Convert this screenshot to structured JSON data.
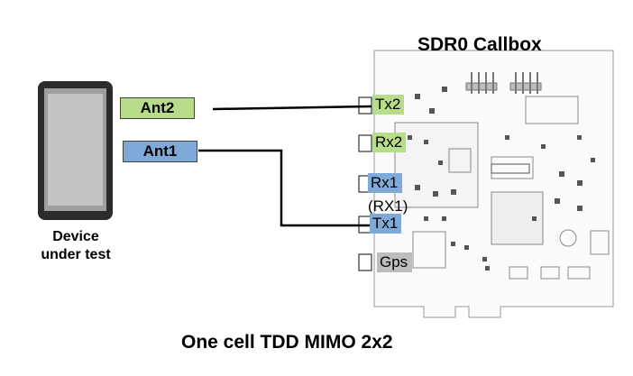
{
  "board": {
    "title": "SDR0 Callbox",
    "ports": {
      "tx2": "Tx2",
      "rx2": "Rx2",
      "rx1": "Rx1",
      "rx1_note": "(RX1)",
      "tx1": "Tx1",
      "gps": "Gps"
    }
  },
  "device": {
    "label_line1": "Device",
    "label_line2": "under test"
  },
  "antennas": {
    "ant2": "Ant2",
    "ant1": "Ant1"
  },
  "caption": "One cell TDD MIMO 2x2",
  "colors": {
    "ant2_fill": "#b7dc8a",
    "ant1_fill": "#7fa9d9",
    "tx2_fill": "#b7dc8a",
    "rx2_fill": "#b7dc8a",
    "rx1_fill": "#7fa9d9",
    "tx1_fill": "#7fa9d9",
    "gps_fill": "#bdbdbd",
    "cable": "#000000",
    "board_outline": "#9a9a9a"
  }
}
